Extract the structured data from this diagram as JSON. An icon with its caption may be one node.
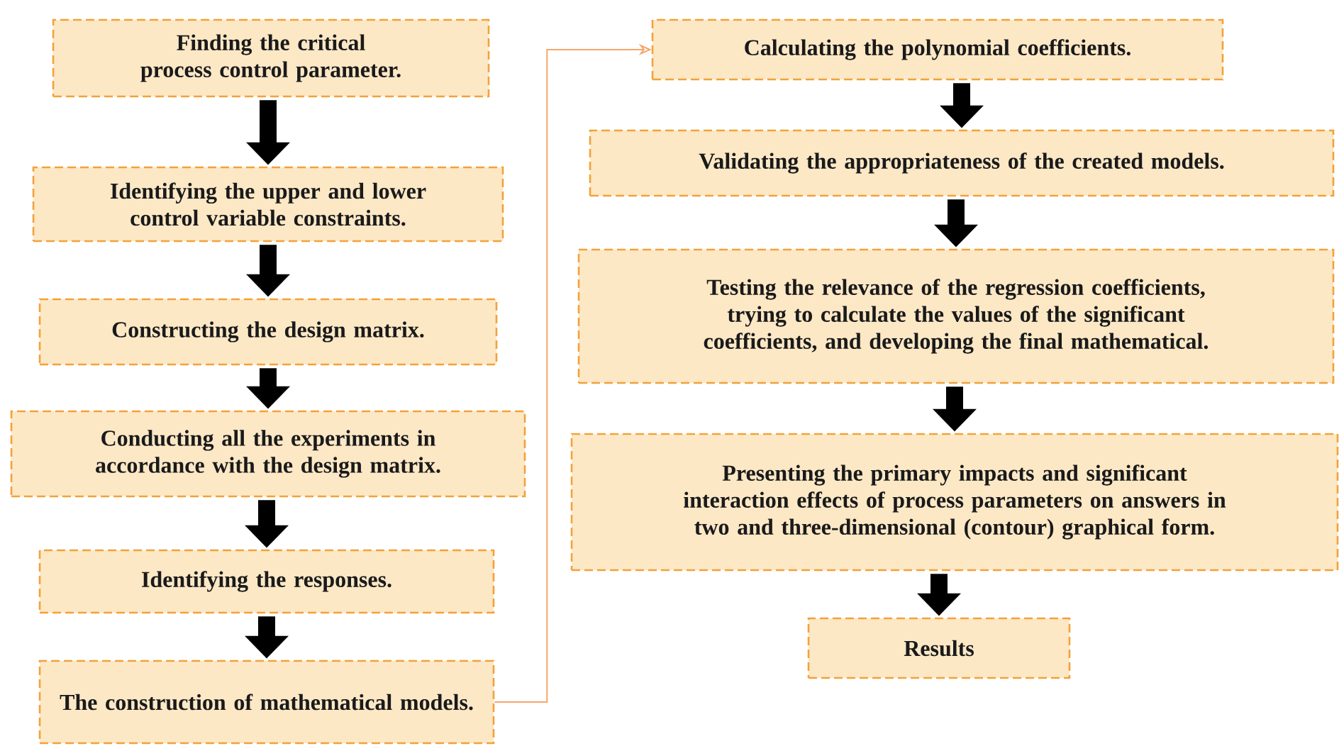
{
  "diagram": {
    "nodes": [
      {
        "text": [
          "Finding the critical process control parameter."
        ]
      },
      {
        "text": [
          "Identifying the upper and lower control variable constraints."
        ]
      },
      {
        "text": [
          "Constructing the design matrix."
        ]
      },
      {
        "text": [
          "Conducting all the experiments in accordance with the design matrix."
        ]
      },
      {
        "text": [
          "Identifying the responses."
        ]
      },
      {
        "text": [
          "The construction of mathematical models."
        ]
      },
      {
        "text": [
          "Calculating the polynomial coefficients."
        ]
      },
      {
        "text": [
          "Validating the appropriateness of the created models."
        ]
      },
      {
        "text": [
          "Testing the relevance of the regression coefficients, trying to calculate the values of the significant coefficients, and developing the final mathematical."
        ]
      },
      {
        "text": [
          "Presenting the primary impacts and significant interaction effects of process parameters on answers in two and three-dimensional (contour) graphical form."
        ]
      },
      {
        "text": [
          "Results"
        ]
      }
    ],
    "edges": [
      {
        "from": 0,
        "to": 1,
        "arrow": "to"
      },
      {
        "from": 1,
        "to": 2,
        "arrow": "to"
      },
      {
        "from": 2,
        "to": 3,
        "arrow": "to"
      },
      {
        "from": 3,
        "to": 4,
        "arrow": "to"
      },
      {
        "from": 4,
        "to": 5,
        "arrow": "to"
      },
      {
        "from": 5,
        "to": 6,
        "arrow": "to",
        "color": "#f5a66a"
      },
      {
        "from": 6,
        "to": 7,
        "arrow": "to"
      },
      {
        "from": 7,
        "to": 8,
        "arrow": "to"
      },
      {
        "from": 8,
        "to": 9,
        "arrow": "to"
      },
      {
        "from": 9,
        "to": 10,
        "arrow": "to"
      }
    ]
  }
}
